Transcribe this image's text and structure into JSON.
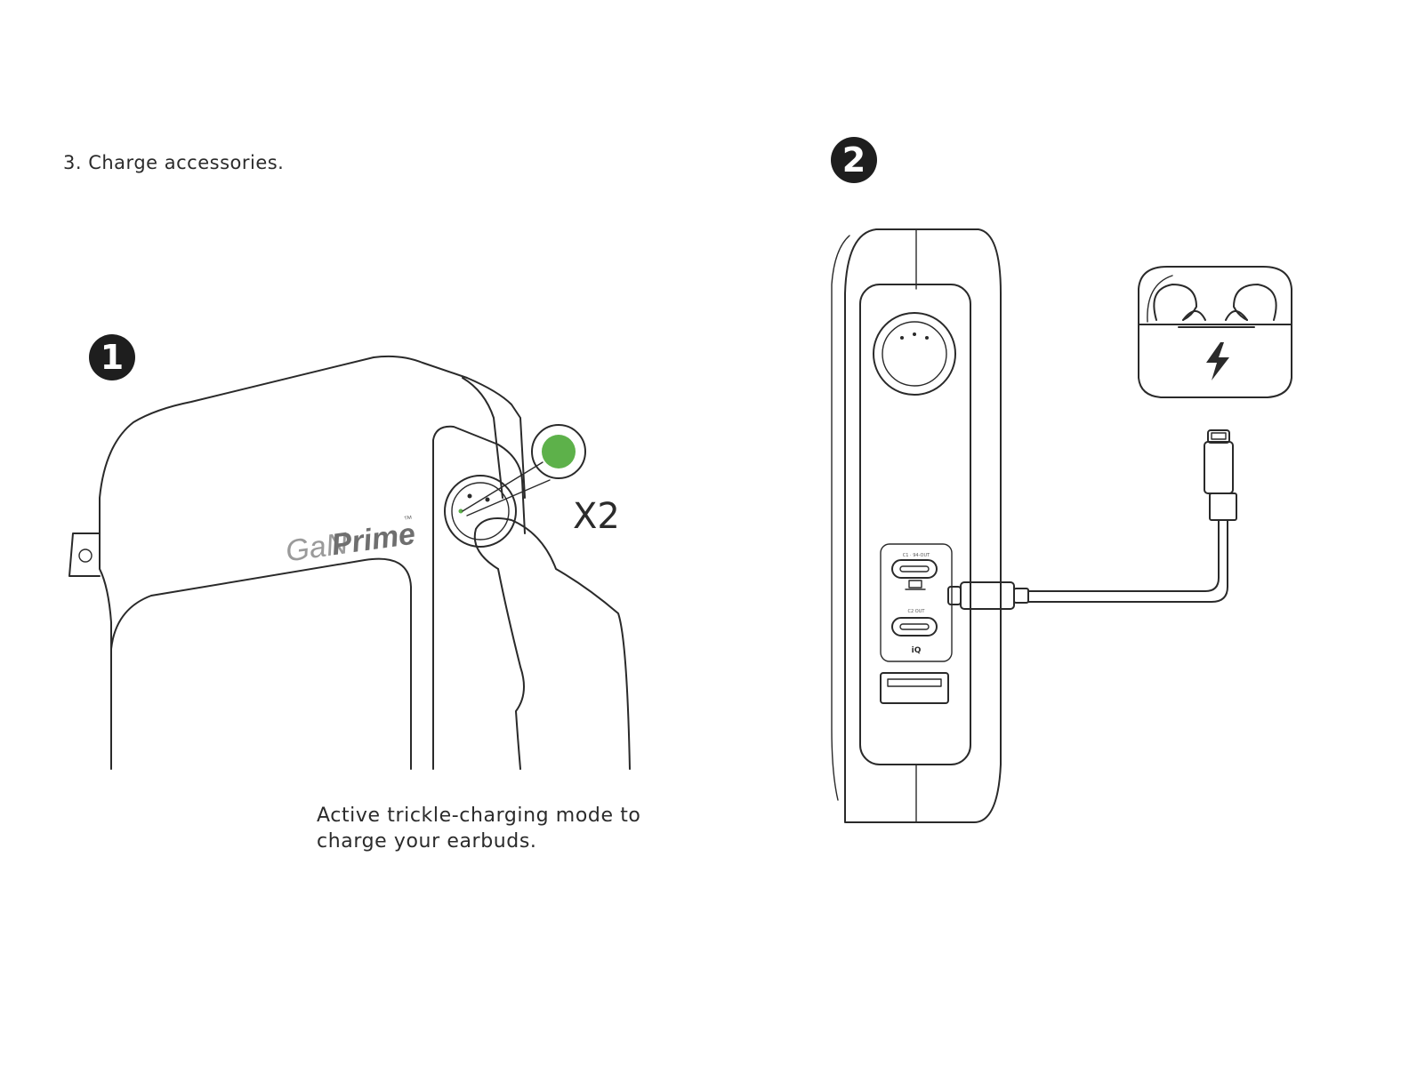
{
  "instruction": {
    "heading": "3. Charge accessories."
  },
  "steps": [
    {
      "number": "1",
      "repeat_label": "X2",
      "caption_line1": "Active trickle-charging mode to",
      "caption_line2": "charge your earbuds."
    },
    {
      "number": "2"
    }
  ],
  "brand": {
    "name_light": "GaN",
    "name_bold": "Prime",
    "trademark": "™"
  },
  "ports": {
    "c1_label": "C1 · 94-OUT",
    "c2_label": "C2 OUT",
    "iq_label": "iQ"
  },
  "colors": {
    "indicator_green": "#5db14a",
    "ink": "#2a2a2a"
  },
  "icons": [
    "button-press-icon",
    "laptop-icon",
    "lightning-bolt-icon",
    "earbuds-case-icon",
    "lightning-cable-icon"
  ]
}
